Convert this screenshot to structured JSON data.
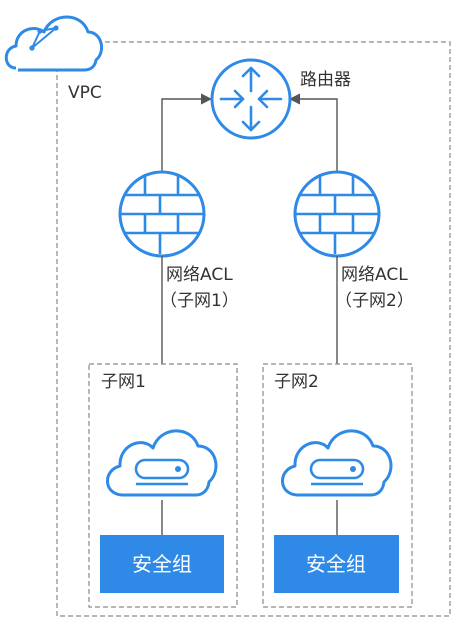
{
  "vpc": {
    "label": "VPC",
    "icon": "vpc-cloud-icon"
  },
  "router": {
    "label": "路由器",
    "icon": "router-icon"
  },
  "acls": [
    {
      "line1": "网络ACL",
      "line2": "（子网1）",
      "icon": "firewall-icon"
    },
    {
      "line1": "网络ACL",
      "line2": "（子网2）",
      "icon": "firewall-icon"
    }
  ],
  "subnets": [
    {
      "label": "子网1",
      "security_group": "安全组",
      "icon": "cloud-server-icon"
    },
    {
      "label": "子网2",
      "security_group": "安全组",
      "icon": "cloud-server-icon"
    }
  ],
  "colors": {
    "accent": "#2e8ae6",
    "line": "#555555",
    "dash": "#8a8a8a",
    "text": "#333333"
  }
}
